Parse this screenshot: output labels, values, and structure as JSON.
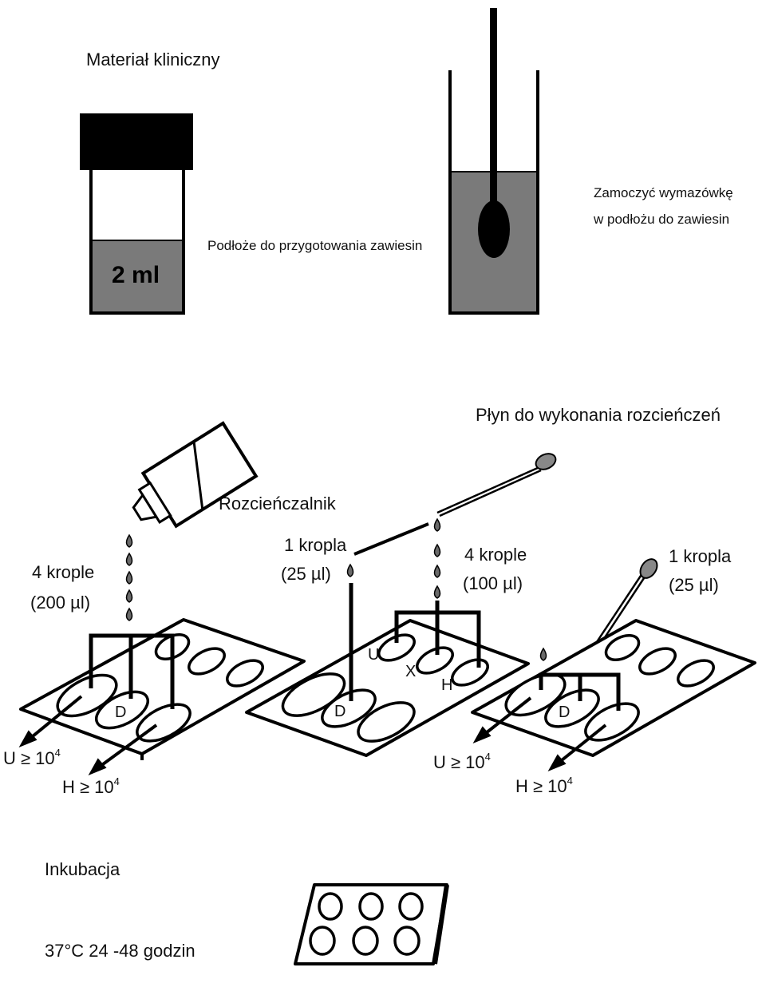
{
  "top": {
    "clinical_material": "Materiał kliniczny",
    "volume_label": "2 ml",
    "suspension_medium": "Podłoże do przygotowania zawiesin",
    "soak_swab_line1": "Zamoczyć wymazówkę",
    "soak_swab_line2": "w podłożu do zawiesin"
  },
  "middle": {
    "dilution_fluid": "Płyn do wykonania rozcieńczeń",
    "diluent": "Rozcieńczalnik",
    "left_drops_line1": "4 krople",
    "left_drops_line2": "(200 µl)",
    "center_one_drop_line1": "1 kropla",
    "center_one_drop_line2": "(25 µl)",
    "center_four_drops_line1": "4 krople",
    "center_four_drops_line2": "(100 µl)",
    "right_one_drop_line1": "1 kropla",
    "right_one_drop_line2": "(25 µl)",
    "well_labels": {
      "d": "D",
      "u": "U",
      "x": "X",
      "h": "H"
    },
    "results": {
      "u_base": "U ≥ 10",
      "h_base": "H ≥ 10",
      "exponent": "4"
    }
  },
  "bottom": {
    "incubation": "Inkubacja",
    "conditions": "37°C 24 -48 godzin"
  }
}
